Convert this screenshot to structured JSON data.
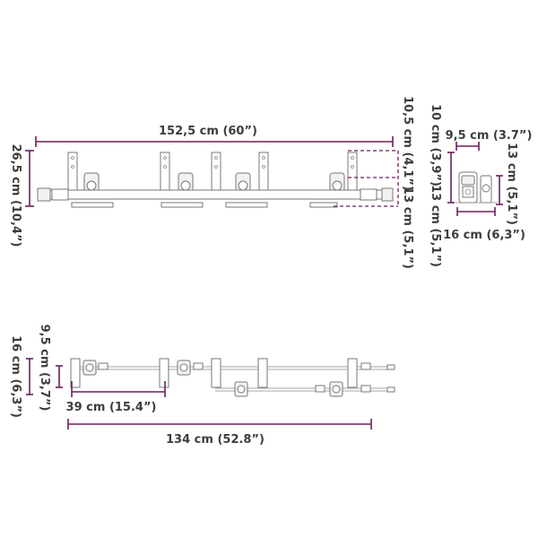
{
  "dimensions": {
    "top_length": "152,5 cm (60”)",
    "top_height": "26,5 cm (10,4”)",
    "hanger_upper": "10,5 cm (4,1”)",
    "hanger_lower": "13 cm (5,1”)",
    "side_depth": "9,5 cm (3.7”)",
    "side_top": "10 cm (3,9”)",
    "side_right": "13 cm (5,1”)",
    "side_lower": "13 cm (5,1”)",
    "side_width": "16 cm (6,3”)",
    "bottom_height_a": "16 cm (6,3”)",
    "bottom_height_b": "9,5 cm (3,7”)",
    "bottom_spacing": "39 cm (15.4”)",
    "bottom_length": "134 cm (52.8”)"
  },
  "colors": {
    "dimension_line": "#6b1f5a",
    "label_text": "#3d3d3d",
    "part_outline": "#777777"
  }
}
